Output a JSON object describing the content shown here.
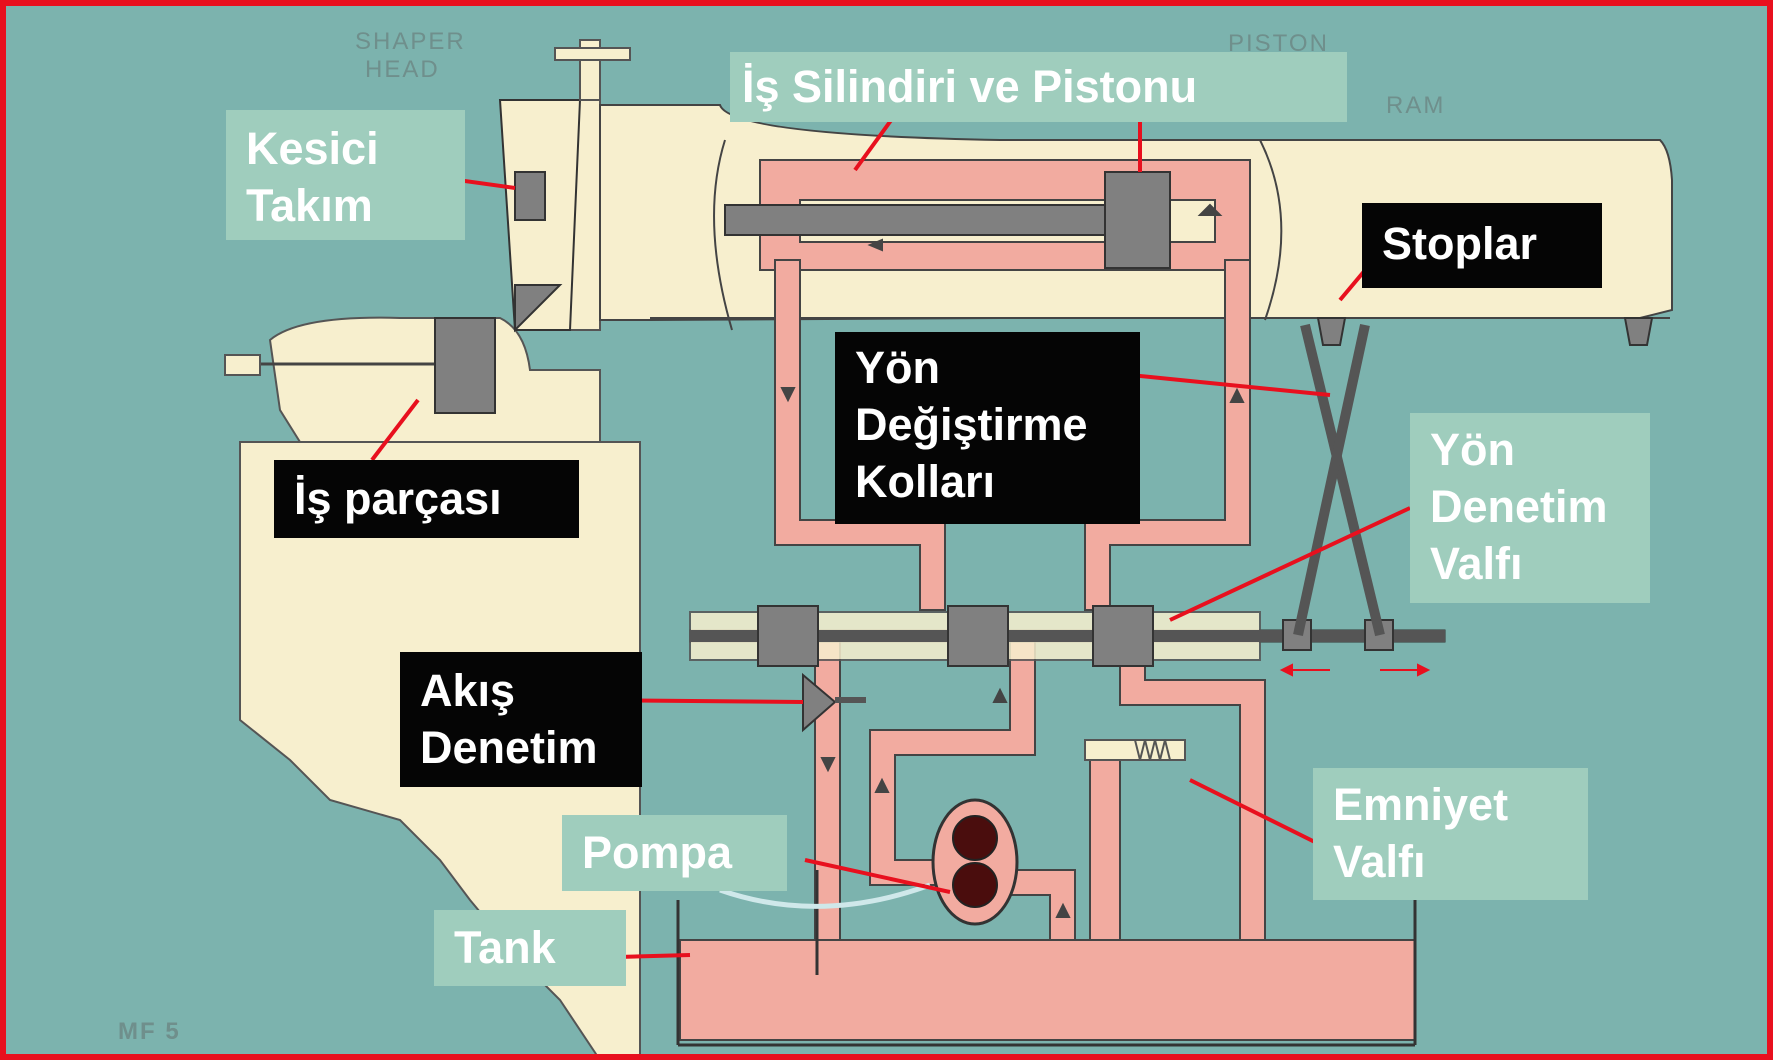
{
  "diagram": {
    "colors": {
      "frame": "#e8101e",
      "background": "#77aeaa",
      "machine_body": "#f7efce",
      "hydraulic_fluid": "#f2aba0",
      "component_gray": "#808080",
      "label_box_teal": "#9fcdbd",
      "label_box_dark": "#050505",
      "leader_line": "#e8101e"
    },
    "background_print": {
      "shaper_head_line1": "SHAPER",
      "shaper_head_line2": "HEAD",
      "piston": "PISTON",
      "ram": "RAM",
      "figure_code": "MF 5"
    },
    "labels": {
      "cylinder": "İş Silindiri ve Pistonu",
      "cutter_line1": "Kesici",
      "cutter_line2": "Takım",
      "stops": "Stoplar",
      "levers_line1": "Yön",
      "levers_line2": "Değiştirme",
      "levers_line3": "Kolları",
      "workpiece": "İş parçası",
      "dir_valve_line1": "Yön",
      "dir_valve_line2": "Denetim",
      "dir_valve_line3": "Valfı",
      "flow_line1": "Akış",
      "flow_line2": "Denetim",
      "safety_line1": "Emniyet",
      "safety_line2": "Valfı",
      "pump": "Pompa",
      "tank": "Tank"
    }
  }
}
